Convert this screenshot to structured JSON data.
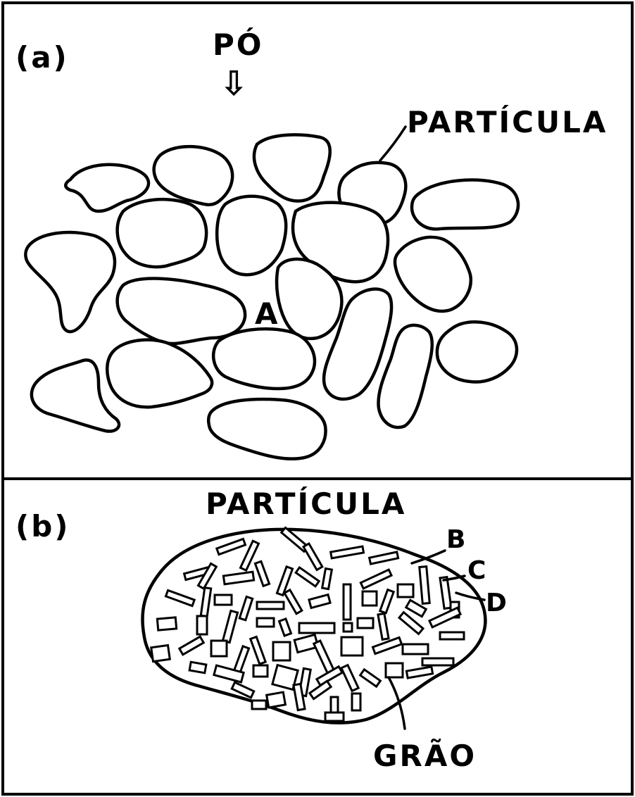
{
  "panel_a": {
    "label": "(a)",
    "powder_label": "PÓ",
    "arrow_glyph": "⇩",
    "particle_label": "PARTÍCULA",
    "pore_label": "A"
  },
  "panel_b": {
    "label": "(b)",
    "particle_label": "PARTÍCULA",
    "point_b": "B",
    "point_c": "C",
    "point_d": "D",
    "grain_label": "GRÃO"
  }
}
